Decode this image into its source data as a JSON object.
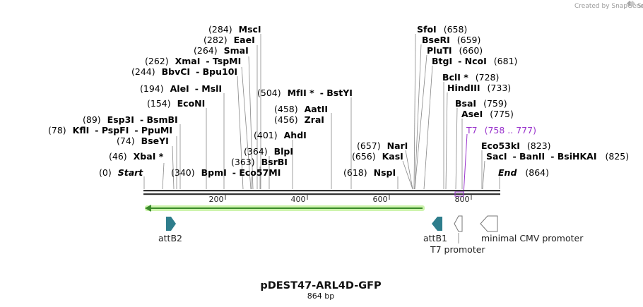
{
  "credit": "Created by SnapGene",
  "title": "pDEST47-ARL4D-GFP",
  "length_label": "864 bp",
  "ticks": [
    "200",
    "400",
    "600",
    "800"
  ],
  "sites": [
    {
      "num": "(284)",
      "name": "MscI"
    },
    {
      "num": "(282)",
      "name": "EaeI"
    },
    {
      "num": "(264)",
      "name": "SmaI"
    },
    {
      "num": "(262)",
      "name": "XmaI",
      "name2": "TspMI"
    },
    {
      "num": "(244)",
      "name": "BbvCI",
      "name2": "Bpu10I"
    },
    {
      "num": "(194)",
      "name": "AleI",
      "name2": "MslI"
    },
    {
      "num": "(154)",
      "name": "EcoNI"
    },
    {
      "num": "(89)",
      "name": "Esp3I",
      "name2": "BsmBI"
    },
    {
      "num": "(78)",
      "name": "KflI",
      "name2": "PspFI",
      "name3": "PpuMI"
    },
    {
      "num": "(74)",
      "name": "BseYI"
    },
    {
      "num": "(46)",
      "name": "XbaI *"
    },
    {
      "num": "(0)",
      "name": "Start"
    },
    {
      "num": "(340)",
      "name": "BpmI",
      "name2": "Eco57MI"
    },
    {
      "num": "(363)",
      "name": "BsrBI"
    },
    {
      "num": "(364)",
      "name": "BlpI"
    },
    {
      "num": "(401)",
      "name": "AhdI"
    },
    {
      "num": "(456)",
      "name": "ZraI"
    },
    {
      "num": "(458)",
      "name": "AatII"
    },
    {
      "num": "(504)",
      "name": "MfII *",
      "name2": "BstYI"
    },
    {
      "num": "(657)",
      "name": "NarI"
    },
    {
      "num": "(656)",
      "name": "KasI"
    },
    {
      "num": "(618)",
      "name": "NspI"
    },
    {
      "num": "(658)",
      "name": "SfoI"
    },
    {
      "num": "(659)",
      "name": "BseRI"
    },
    {
      "num": "(660)",
      "name": "PluTI"
    },
    {
      "num": "(681)",
      "name": "BtgI",
      "name2": "NcoI"
    },
    {
      "num": "(728)",
      "name": "BclI *"
    },
    {
      "num": "(733)",
      "name": "HindIII"
    },
    {
      "num": "(759)",
      "name": "BsaI"
    },
    {
      "num": "(775)",
      "name": "AseI"
    },
    {
      "num": "(758 .. 777)",
      "name": "T7"
    },
    {
      "num": "(823)",
      "name": "Eco53kI"
    },
    {
      "num": "(825)",
      "name": "SacI",
      "name2": "BanII",
      "name3": "BsiHKAI"
    },
    {
      "num": "(864)",
      "name": "End"
    }
  ],
  "features": {
    "attB2": "attB2",
    "attB1": "attB1",
    "t7_promoter": "T7 promoter",
    "cmv_promoter": "minimal CMV promoter"
  },
  "colors": {
    "feature_teal": "#2e7d8c",
    "gfp_green": "#3a8a2a",
    "gfp_glow": "#b8f08a",
    "primer_purple": "#9933cc",
    "backbone": "#333333"
  }
}
